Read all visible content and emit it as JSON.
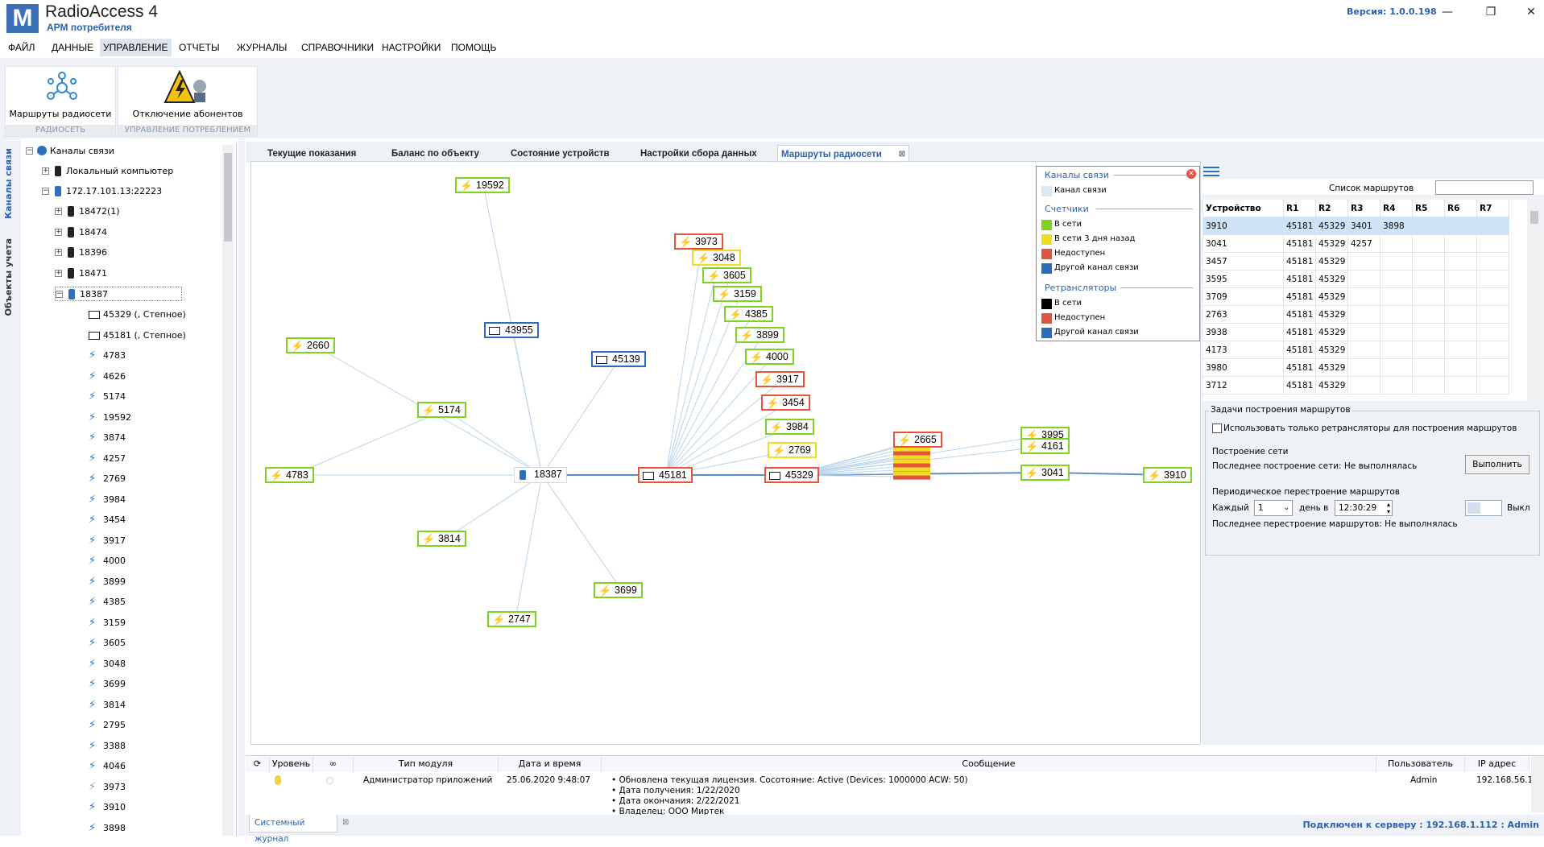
{
  "app": {
    "name": "RadioAccess 4",
    "subtitle": "АРМ потребителя",
    "logo_letter": "M",
    "version": "Версия:  1.0.0.198"
  },
  "window_controls": [
    "—",
    "❐",
    "✕"
  ],
  "menu": [
    "ФАЙЛ",
    "ДАННЫЕ",
    "УПРАВЛЕНИЕ",
    "ОТЧЕТЫ",
    "ЖУРНАЛЫ",
    "СПРАВОЧНИКИ",
    "НАСТРОЙКИ",
    "ПОМОЩЬ"
  ],
  "menu_active": "УПРАВЛЕНИЕ",
  "ribbon": {
    "group1": {
      "button": "Маршруты радиосети",
      "label": "РАДИОСЕТЬ"
    },
    "group2": {
      "button": "Отключение абонентов",
      "label": "УПРАВЛЕНИЕ ПОТРЕБЛЕНИЕМ"
    }
  },
  "left_tabs": [
    "Каналы связи",
    "Объекты учета"
  ],
  "tree": {
    "root": "Каналы связи",
    "local": "Локальный компьютер",
    "server": "172.17.101.13:22223",
    "children": [
      "18472(1)",
      "18474",
      "18396",
      "18471",
      "18387"
    ],
    "gateways": [
      "45329 (, Степное)",
      "45181 (, Степное)"
    ],
    "meters": [
      "4783",
      "4626",
      "5174",
      "19592",
      "3874",
      "4257",
      "2769",
      "3984",
      "3454",
      "3917",
      "4000",
      "3899",
      "4385",
      "3159",
      "3605",
      "3048",
      "3699",
      "3814",
      "2795",
      "3388",
      "4046",
      "3973",
      "3910",
      "3898"
    ]
  },
  "tabs": [
    "Текущие показания",
    "Баланс по объекту",
    "Состояние устройств",
    "Настройки сбора данных",
    "Маршруты радиосети"
  ],
  "tab_active": "Маршруты радиосети",
  "graph_nodes": {
    "19592": "19592",
    "3973": "3973",
    "3048": "3048",
    "3605": "3605",
    "3159": "3159",
    "4385": "4385",
    "3899": "3899",
    "4000": "4000",
    "3917": "3917",
    "3454": "3454",
    "3984": "3984",
    "2769": "2769",
    "2660": "2660",
    "43955": "43955",
    "45139": "45139",
    "5174": "5174",
    "4783": "4783",
    "18387": "18387",
    "45181": "45181",
    "45329": "45329",
    "2665": "2665",
    "3995": "3995",
    "4161": "4161",
    "3041": "3041",
    "3910": "3910",
    "3814": "3814",
    "3699": "3699",
    "2747": "2747"
  },
  "legend": {
    "channels_title": "Каналы связи",
    "channel": "Канал связи",
    "meters_title": "Счетчики",
    "meters": [
      {
        "label": "В сети",
        "color": "#7cd320"
      },
      {
        "label": "В сети 3 дня назад",
        "color": "#f0dd1d"
      },
      {
        "label": "Недоступен",
        "color": "#e8513b"
      },
      {
        "label": "Другой канал связи",
        "color": "#2a6dc0"
      }
    ],
    "repeaters_title": "Ретрансляторы",
    "repeaters": [
      {
        "label": "В сети",
        "color": "#000000"
      },
      {
        "label": "Недоступен",
        "color": "#e8513b"
      },
      {
        "label": "Другой канал связи",
        "color": "#2a6dc0"
      }
    ]
  },
  "routes": {
    "title": "Список маршрутов",
    "columns": [
      "Устройство",
      "R1",
      "R2",
      "R3",
      "R4",
      "R5",
      "R6",
      "R7"
    ],
    "rows": [
      [
        "3910",
        "45181",
        "45329",
        "3401",
        "3898",
        "",
        "",
        ""
      ],
      [
        "3041",
        "45181",
        "45329",
        "4257",
        "",
        "",
        "",
        ""
      ],
      [
        "3457",
        "45181",
        "45329",
        "",
        "",
        "",
        "",
        ""
      ],
      [
        "3595",
        "45181",
        "45329",
        "",
        "",
        "",
        "",
        ""
      ],
      [
        "3709",
        "45181",
        "45329",
        "",
        "",
        "",
        "",
        ""
      ],
      [
        "2763",
        "45181",
        "45329",
        "",
        "",
        "",
        "",
        ""
      ],
      [
        "3938",
        "45181",
        "45329",
        "",
        "",
        "",
        "",
        ""
      ],
      [
        "4173",
        "45181",
        "45329",
        "",
        "",
        "",
        "",
        ""
      ],
      [
        "3980",
        "45181",
        "45329",
        "",
        "",
        "",
        "",
        ""
      ],
      [
        "3712",
        "45181",
        "45329",
        "",
        "",
        "",
        "",
        ""
      ]
    ]
  },
  "tasks": {
    "title": "Задачи построения маршрутов",
    "only_repeaters": "Использовать только ретрансляторы для построения маршрутов",
    "build_title": "Построение сети",
    "last_build": "Последнее построение сети:  Не выполнялась",
    "run_button": "Выполнить",
    "periodic_title": "Периодическое перестроение маршрутов",
    "every": "Каждый",
    "every_value": "1",
    "day_at": "день в",
    "time": "12:30:29",
    "toggle_label": "Выкл",
    "last_rebuild": "Последнее перестроение маршрутов:  Не выполнялась"
  },
  "log": {
    "columns": [
      "Уровень",
      "",
      "Тип модуля",
      "Дата и время",
      "Сообщение",
      "Пользователь",
      "IP адрес"
    ],
    "module": "Администратор приложений",
    "datetime": "25.06.2020 9:48:07",
    "messages": [
      "Обновлена текущая лицензия. Сосотояние:  Active (Devices: 1000000 ACW: 50)",
      "Дата получения: 1/22/2020",
      "Дата окончания: 2/22/2021",
      "Владелец: ООО Миртек"
    ],
    "user": "Admin",
    "ip": "192.168.56.1"
  },
  "statusbar": {
    "tab": "Системный журнал",
    "connection": "Подключен к серверу : 192.168.1.112 : Admin"
  }
}
